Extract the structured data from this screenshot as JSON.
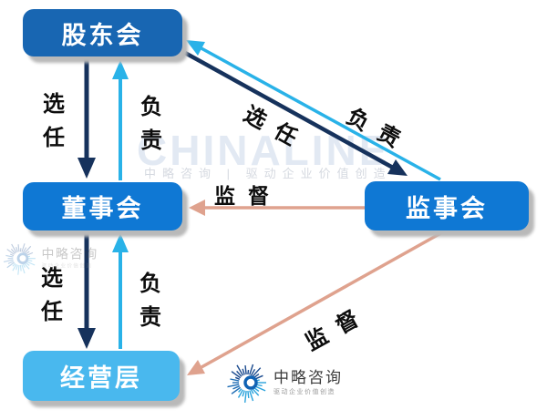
{
  "nodes": [
    {
      "id": "shareholders",
      "label": "股东会"
    },
    {
      "id": "board",
      "label": "董事会"
    },
    {
      "id": "supervisory",
      "label": "监事会"
    },
    {
      "id": "management",
      "label": "经营层"
    }
  ],
  "edges": [
    {
      "from": "股东会",
      "to": "董事会",
      "label": "选任",
      "color": "navy"
    },
    {
      "from": "董事会",
      "to": "股东会",
      "label": "负责",
      "color": "cyan"
    },
    {
      "from": "股东会",
      "to": "监事会",
      "label": "选任",
      "color": "navy"
    },
    {
      "from": "监事会",
      "to": "股东会",
      "label": "负责",
      "color": "cyan"
    },
    {
      "from": "监事会",
      "to": "董事会",
      "label": "监督",
      "color": "salmon"
    },
    {
      "from": "董事会",
      "to": "经营层",
      "label": "选任",
      "color": "navy"
    },
    {
      "from": "经营层",
      "to": "董事会",
      "label": "负责",
      "color": "cyan"
    },
    {
      "from": "监事会",
      "to": "经营层",
      "label": "监督",
      "color": "salmon"
    }
  ],
  "watermark": {
    "brand": "CHINALINE",
    "tagline": "中略咨询 | 驱动企业价值创造"
  },
  "logo": {
    "name": "中略咨询",
    "tagline": "驱动企业价值创造"
  },
  "colors": {
    "node_dark_blue": "#1866b2",
    "node_blue": "#0f78d4",
    "node_light_blue": "#49b8ee",
    "arrow_navy": "#16325c",
    "arrow_cyan": "#29b2e8",
    "arrow_salmon": "#dfa28e",
    "shadow_gray": "#b9b9b9"
  }
}
